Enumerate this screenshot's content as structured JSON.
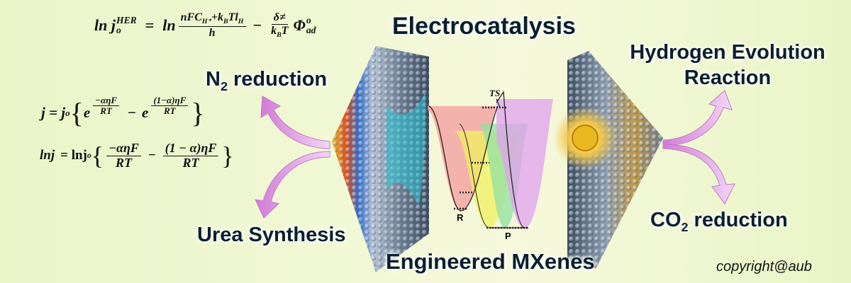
{
  "labels": {
    "electrocatalysis": "Electrocatalysis",
    "n2_reduction_prefix": "N",
    "n2_reduction_sub": "2",
    "n2_reduction_suffix": " reduction",
    "hydrogen_evolution_line1": "Hydrogen Evolution",
    "hydrogen_evolution_line2": "Reaction",
    "urea_synthesis": "Urea Synthesis",
    "co2_reduction_prefix": "CO",
    "co2_reduction_sub": "2",
    "co2_reduction_suffix": " reduction",
    "engineered_mxenes": "Engineered MXenes",
    "copyright": "copyright@aub"
  },
  "equations": {
    "her": {
      "lhs_ln": "ln j",
      "lhs_sub": "o",
      "lhs_sup": "HER",
      "eq": "=",
      "rhs_ln": "ln",
      "frac1_num": "nFC",
      "frac1_num_sub": "H⁺",
      "frac1_num_mid": "+k",
      "frac1_num_sub2": "B",
      "frac1_num_end": "Tl",
      "frac1_num_sub3": "H",
      "frac1_den": "h",
      "minus": "−",
      "frac2_num": "δ≠",
      "frac2_den": "k",
      "frac2_den_sub": "B",
      "frac2_den_end": "T",
      "phi": "Φ",
      "phi_sup": "o",
      "phi_sub": "ad"
    },
    "bv": {
      "lhs": "j = j",
      "lhs_sub": "o",
      "e1": "e",
      "e1_num": "−αηF",
      "e1_den": "RT",
      "minus": "−",
      "e2": "e",
      "e2_num": "(1−α)ηF",
      "e2_den": "RT"
    },
    "lnj": {
      "lhs": "lnj",
      "eq": "= lnj",
      "lhs_sub": "o",
      "f1_num": "−αηF",
      "f1_den": "RT",
      "minus": "−",
      "f2_num": "(1 − α)ηF",
      "f2_den": "RT"
    }
  },
  "energy_diagram": {
    "ts_label": "TS",
    "r_label": "R",
    "p_label": "P",
    "colors": [
      "#f4a0a0",
      "#f0f060",
      "#90e0a0",
      "#e0a0f0"
    ]
  }
}
